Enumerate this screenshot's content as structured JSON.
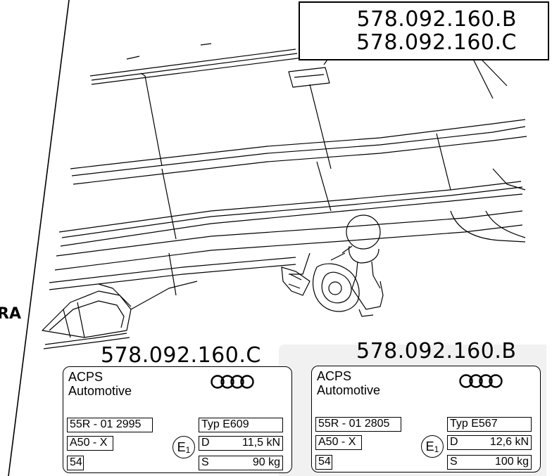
{
  "header": {
    "part_numbers": [
      "578.092.160.B",
      "578.092.160.C"
    ]
  },
  "side_label": "RA",
  "plates": [
    {
      "title": "578.092.160.C",
      "brand_line1": "ACPS",
      "brand_line2": "Automotive",
      "logo": "four-rings-logo",
      "approval_number": "55R - 01 2995",
      "class": "A50 - X",
      "code": "54",
      "e_mark": "E",
      "e_mark_sub": "1",
      "type": "Typ  E609",
      "d_label": "D",
      "d_value": "11,5  kN",
      "s_label": "S",
      "s_value": "90   kg"
    },
    {
      "title": "578.092.160.B",
      "brand_line1": "ACPS",
      "brand_line2": "Automotive",
      "logo": "four-rings-logo",
      "approval_number": "55R - 01 2805",
      "class": "A50 - X",
      "code": "54",
      "e_mark": "E",
      "e_mark_sub": "1",
      "type": "Typ  E567",
      "d_label": "D",
      "d_value": "12,6  kN",
      "s_label": "S",
      "s_value": "100   kg"
    }
  ]
}
